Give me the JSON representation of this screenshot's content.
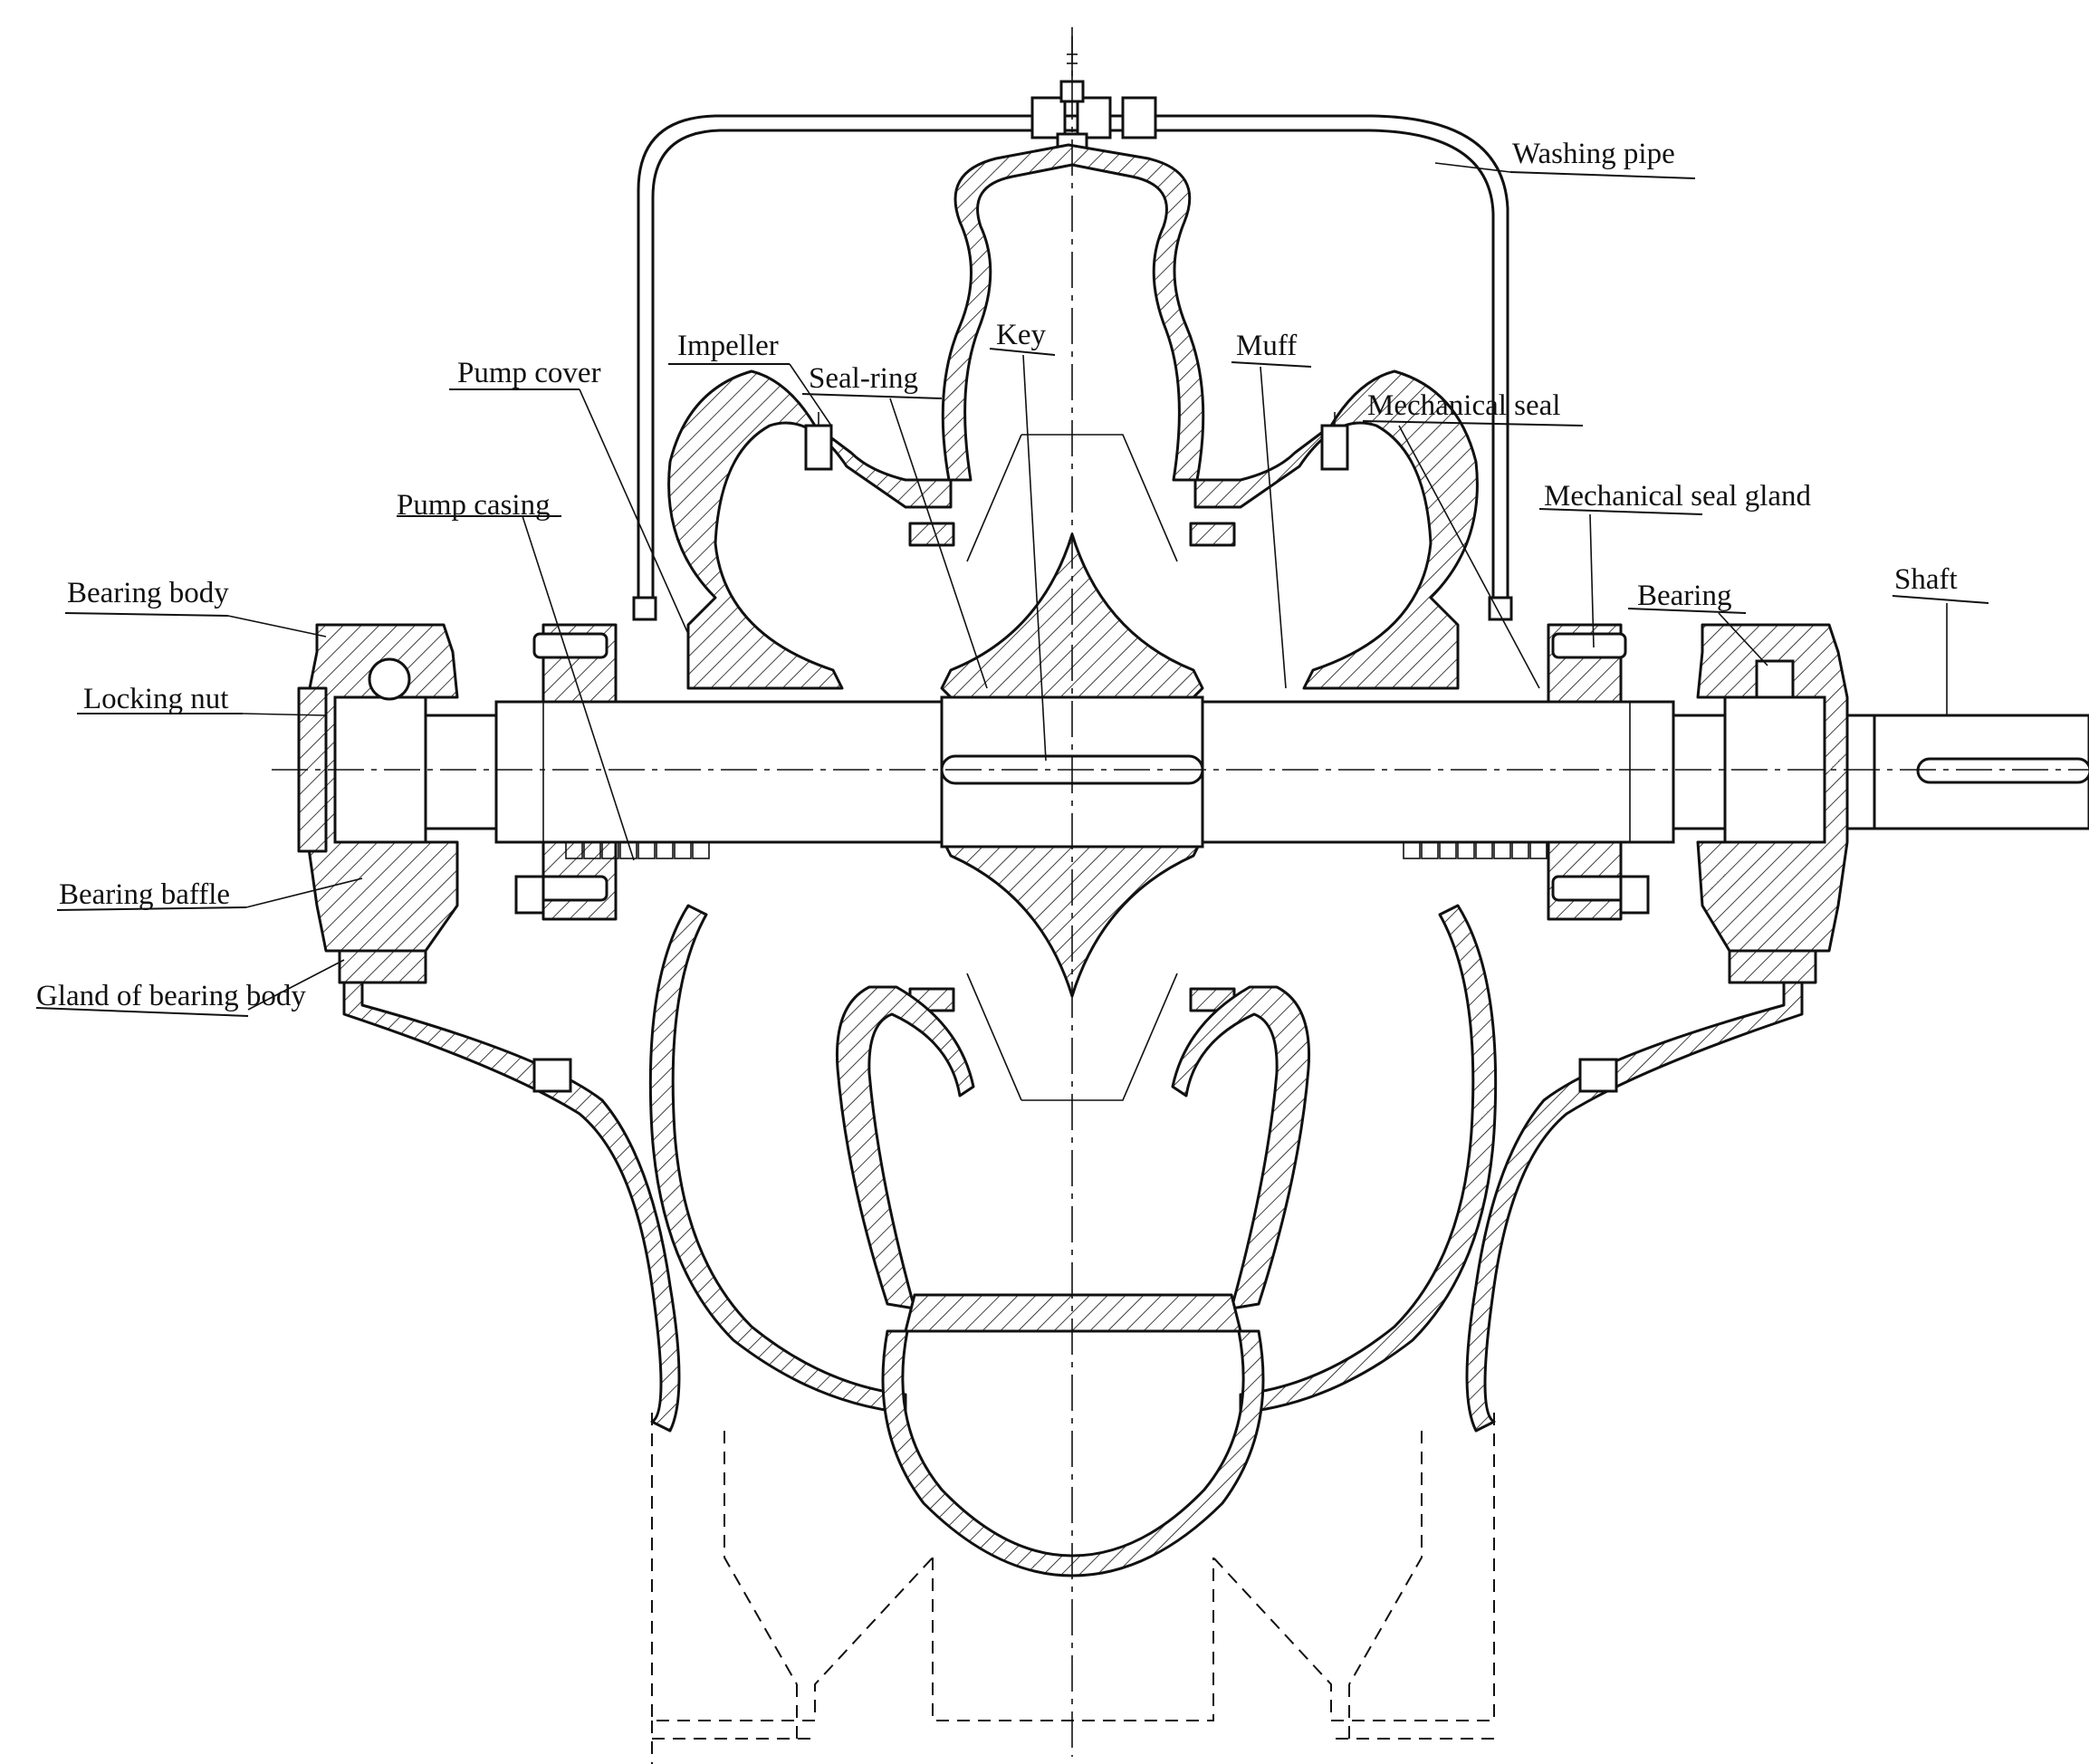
{
  "labels": {
    "washing_pipe": "Washing pipe",
    "impeller": "Impeller",
    "key": "Key",
    "muff": "Muff",
    "pump_cover": "Pump cover",
    "seal_ring": "Seal-ring",
    "mechanical_seal": "Mechanical seal",
    "pump_casing": "Pump casing",
    "mechanical_seal_gland": "Mechanical seal gland",
    "bearing_body": "Bearing body",
    "bearing": "Bearing",
    "shaft": "Shaft",
    "locking_nut": "Locking nut",
    "bearing_baffle": "Bearing baffle",
    "gland_of_bearing_body": "Gland of bearing body"
  }
}
